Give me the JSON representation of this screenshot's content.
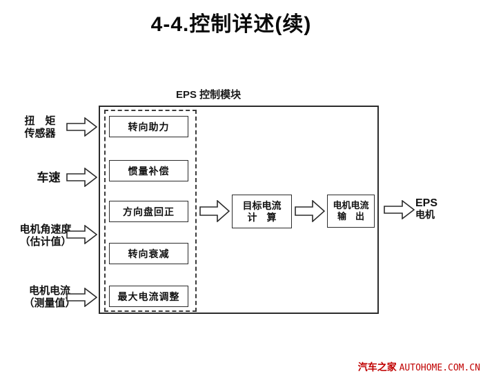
{
  "title": "4-4.控制详述(续)",
  "diagram": {
    "module_label": "EPS 控制模块",
    "inputs": [
      {
        "line1": "扭　矩",
        "line2": "传感器"
      },
      {
        "line1": "车速",
        "line2": ""
      },
      {
        "line1": "电机角速度",
        "line2": "（估计值）"
      },
      {
        "line1": "电机电流",
        "line2": "（测量值）"
      }
    ],
    "function_boxes": [
      "转向助力",
      "惯量补偿",
      "方向盘回正",
      "转向衰减",
      "最大电流调整"
    ],
    "calc_box": {
      "line1": "目标电流",
      "line2": "计　算"
    },
    "output_box": {
      "line1": "电机电流",
      "line2": "输　出"
    },
    "output_label": {
      "line1": "EPS",
      "line2": "电机"
    }
  },
  "watermark": {
    "site": "汽车之家",
    "domain": "AUTOHOME.COM.CN"
  },
  "colors": {
    "line": "#2a2a2a",
    "watermark_red": "#c00000",
    "background": "#ffffff"
  }
}
